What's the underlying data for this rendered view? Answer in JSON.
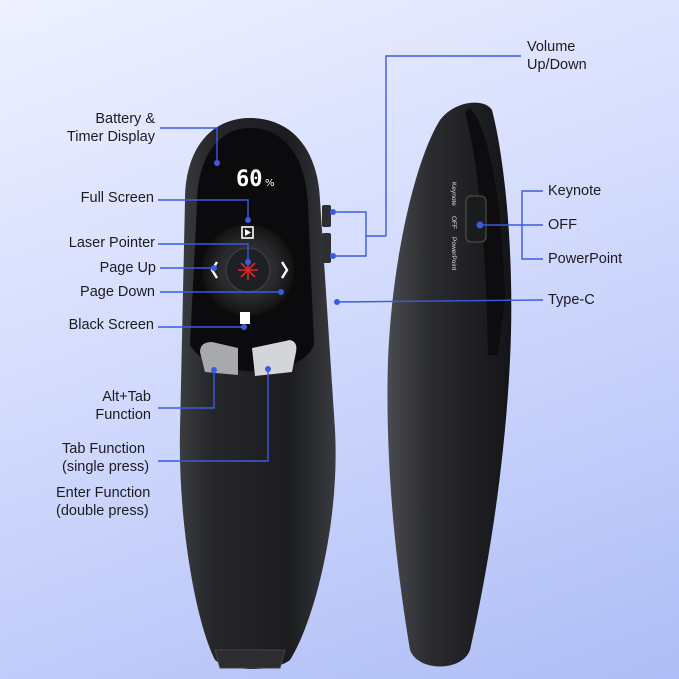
{
  "display": {
    "battery_value": "60",
    "battery_unit": "%"
  },
  "labels": {
    "battery": [
      "Battery &",
      "Timer Display"
    ],
    "full_screen": "Full Screen",
    "laser_pointer": "Laser Pointer",
    "page_up": "Page Up",
    "page_down": "Page Down",
    "black_screen": "Black Screen",
    "alt_tab": [
      "Alt+Tab",
      "Function"
    ],
    "tab_function": [
      "Tab Function",
      "(single press)"
    ],
    "enter_function": [
      "Enter Function",
      "(double press)"
    ],
    "volume": [
      "Volume",
      "Up/Down"
    ],
    "keynote": "Keynote",
    "off": "OFF",
    "powerpoint": "PowerPoint",
    "type_c": "Type-C"
  },
  "switch_labels": {
    "keynote": "Keynote",
    "off": "OFF",
    "powerpoint": "PowerPoint"
  },
  "colors": {
    "leader_line": "#3a5be0",
    "laser": "#e8232a",
    "body": "#1e1f22"
  }
}
